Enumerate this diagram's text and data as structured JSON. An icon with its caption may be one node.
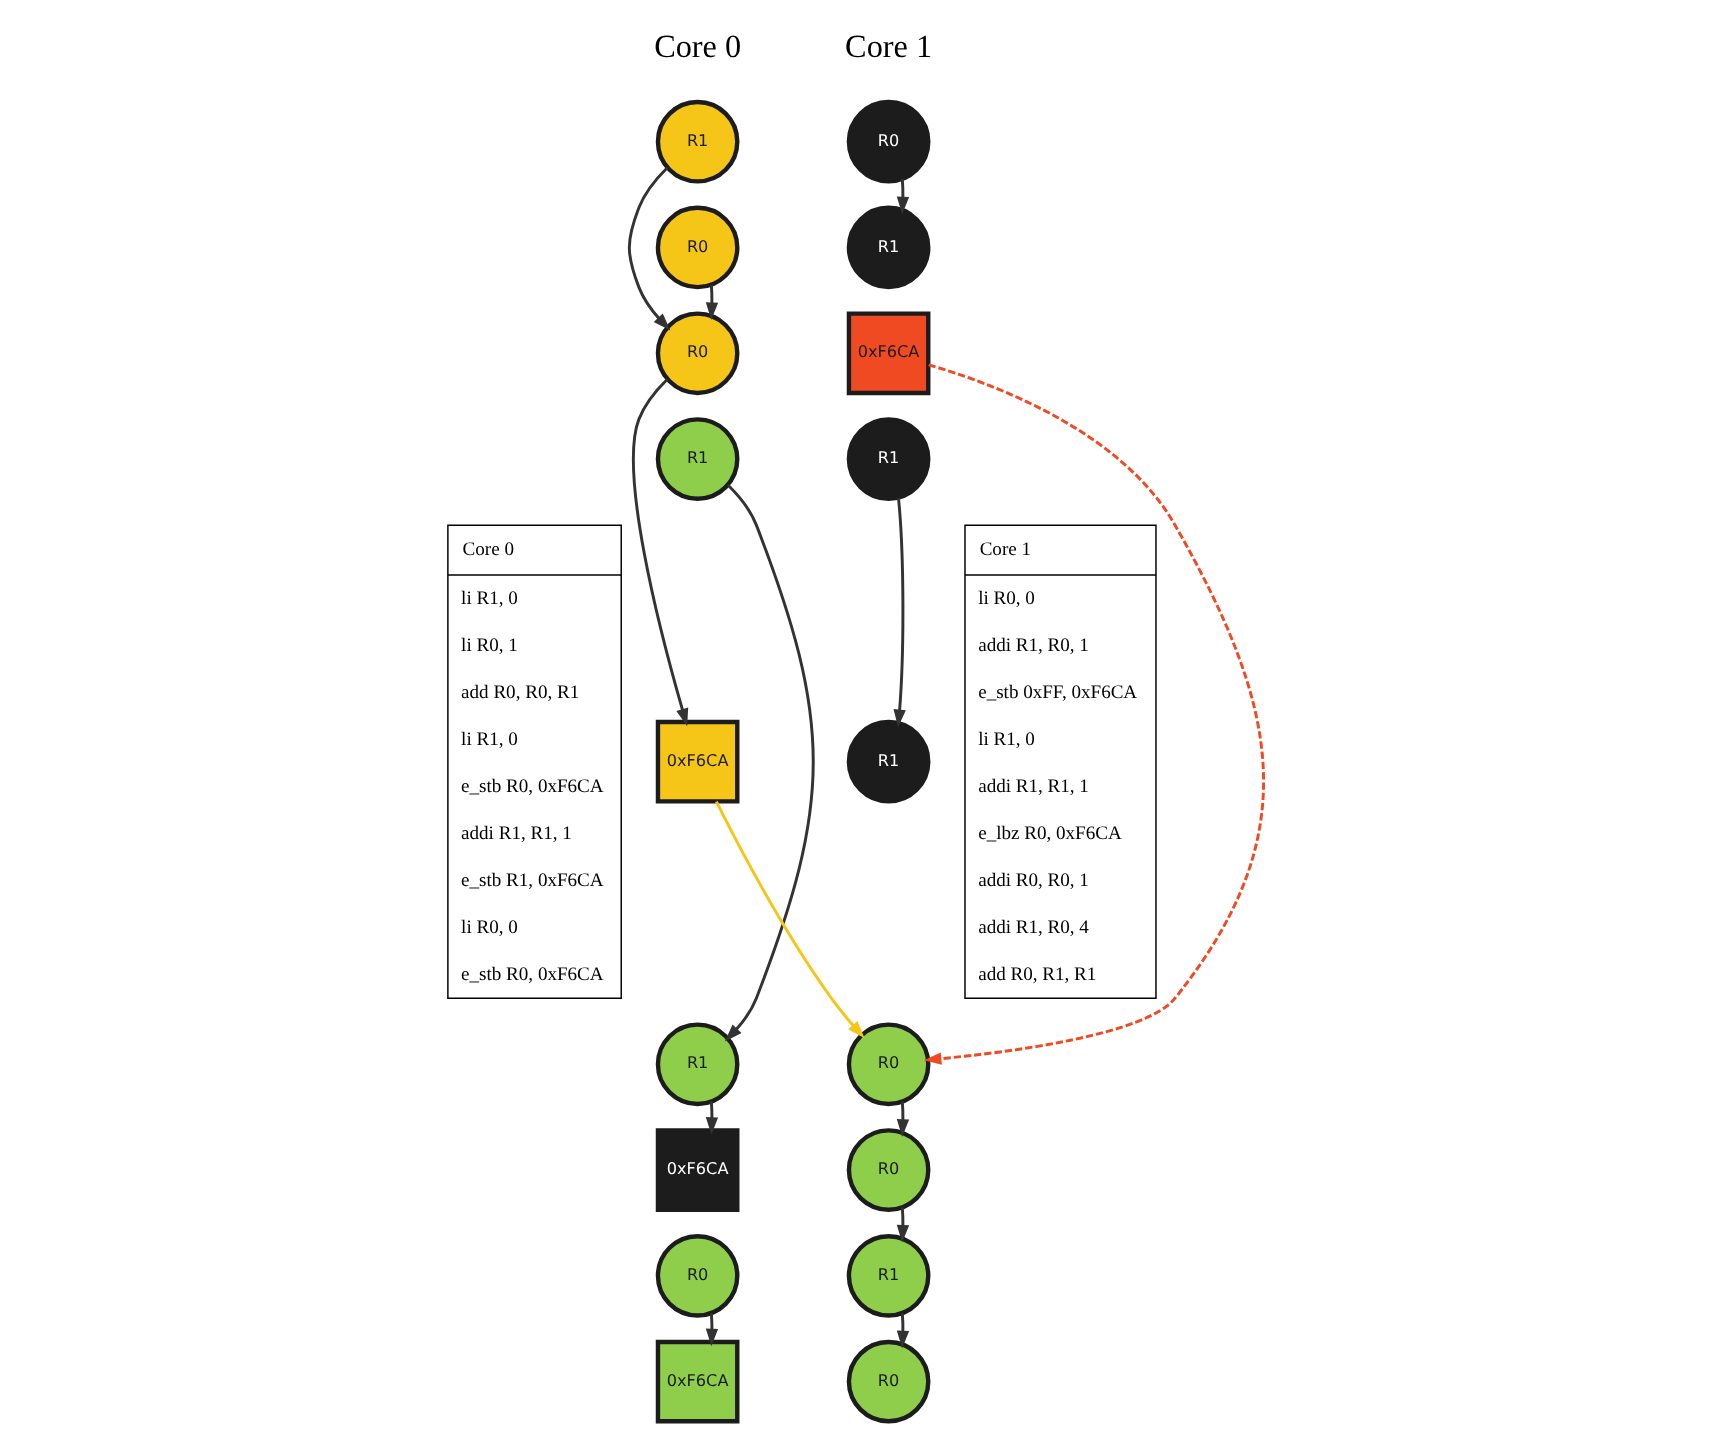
{
  "diagram": {
    "nodes": [
      {
        "text": [
          "Core 0",
          "li R1, 0",
          "li R0, 1",
          "add R0, R0, R1",
          "li R1, 0",
          "e_stb R0, 0xF6CA",
          "addi R1, R1, 1",
          "e_stb R1, 0xF6CA",
          "li R0, 0",
          "e_stb R0, 0xF6CA"
        ]
      },
      {
        "text": [
          "R1"
        ]
      },
      {
        "text": [
          "R0"
        ]
      },
      {
        "text": [
          "R0"
        ]
      },
      {
        "text": [
          "R1"
        ]
      },
      {
        "text": [
          "0xF6CA"
        ]
      },
      {
        "text": [
          "R1"
        ]
      },
      {
        "text": [
          "0xF6CA"
        ]
      },
      {
        "text": [
          "R0"
        ]
      },
      {
        "text": [
          "0xF6CA"
        ]
      },
      {
        "text": [
          "R0"
        ]
      },
      {
        "text": [
          "R1"
        ]
      },
      {
        "text": [
          "0xF6CA"
        ]
      },
      {
        "text": [
          "R1"
        ]
      },
      {
        "text": [
          "R1"
        ]
      },
      {
        "text": [
          "R0"
        ]
      },
      {
        "text": [
          "R0"
        ]
      },
      {
        "text": [
          "R1"
        ]
      },
      {
        "text": [
          "R0"
        ]
      },
      {
        "text": [
          "Core 1",
          "li R0, 0",
          "addi R1, R0, 1",
          "e_stb 0xFF, 0xF6CA",
          "li R1, 0",
          "addi R1, R1, 1",
          "e_lbz R0, 0xF6CA",
          "addi R0, R0, 1",
          "addi R1, R0, 4",
          "add R0, R1, R1"
        ]
      }
    ],
    "edges": [
      {
        "from": 1,
        "to": 3,
        "arrow": "to"
      },
      {
        "from": 2,
        "to": 3,
        "arrow": "to"
      },
      {
        "from": 3,
        "to": 5,
        "arrow": "to"
      },
      {
        "from": 4,
        "to": 6,
        "arrow": "to"
      },
      {
        "from": 6,
        "to": 7,
        "arrow": "to"
      },
      {
        "from": 8,
        "to": 9,
        "arrow": "to"
      },
      {
        "from": 5,
        "to": 15,
        "arrow": "to",
        "color": "#f5c518"
      },
      {
        "from": 12,
        "to": 15,
        "arrow": "to",
        "style": "dashed",
        "color": "#f04a23"
      },
      {
        "from": 10,
        "to": 11,
        "arrow": "to"
      },
      {
        "from": 13,
        "to": 14,
        "arrow": "to"
      },
      {
        "from": 15,
        "to": 16,
        "arrow": "to"
      },
      {
        "from": 16,
        "to": 17,
        "arrow": "to"
      },
      {
        "from": 17,
        "to": 18,
        "arrow": "to"
      }
    ],
    "labels": [
      "Core 0",
      "Core 1"
    ]
  }
}
